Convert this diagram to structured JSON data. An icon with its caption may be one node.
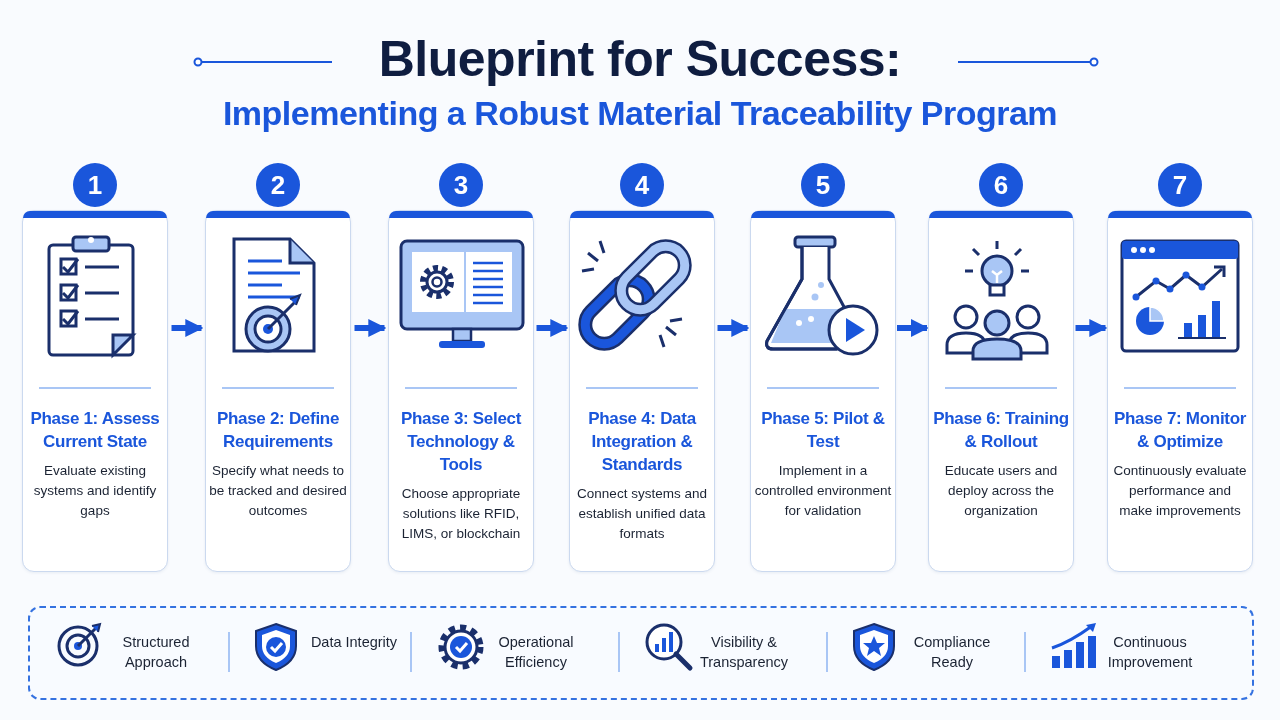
{
  "diagram": {
    "title": "Blueprint for Success:",
    "nodes": [
      {
        "text": [
          "Phase 1: Assess Current State",
          "Evaluate existing systems and identify gaps"
        ],
        "beside": [
          "1"
        ]
      },
      {
        "text": [
          "Phase 2: Define Requirements",
          "Specify what needs to be tracked and desired outcomes"
        ],
        "beside": [
          "2"
        ]
      },
      {
        "text": [
          "Phase 3: Select Technology & Tools",
          "Choose appropriate solutions like RFID, LIMS, or blockchain"
        ],
        "beside": [
          "3"
        ]
      },
      {
        "text": [
          "Phase 4: Data Integration & Standards",
          "Connect systems and establish unified data formats"
        ],
        "beside": [
          "4"
        ]
      },
      {
        "text": [
          "Phase 5: Pilot & Test",
          "Implement in a controlled environment for validation"
        ],
        "beside": [
          "5"
        ]
      },
      {
        "text": [
          "Phase 6: Training & Rollout",
          "Educate users and deploy across the organization"
        ],
        "beside": [
          "6"
        ]
      },
      {
        "text": [
          "Phase 7: Monitor & Optimize",
          "Continuously evaluate performance and make improvements"
        ],
        "beside": [
          "7"
        ]
      }
    ],
    "edges": [
      {
        "from": 0,
        "to": 1,
        "arrow": "to"
      },
      {
        "from": 1,
        "to": 2,
        "arrow": "to"
      },
      {
        "from": 2,
        "to": 3,
        "arrow": "to"
      },
      {
        "from": 3,
        "to": 4,
        "arrow": "to"
      },
      {
        "from": 4,
        "to": 5,
        "arrow": "to"
      },
      {
        "from": 5,
        "to": 6,
        "arrow": "to"
      }
    ],
    "labels": [
      "Implementing a Robust Material Traceability Program",
      "Structured Approach",
      "Data Integrity",
      "Operational Efficiency",
      "Visibility & Transparency",
      "Compliance Ready",
      "Continuous Improvement"
    ]
  }
}
